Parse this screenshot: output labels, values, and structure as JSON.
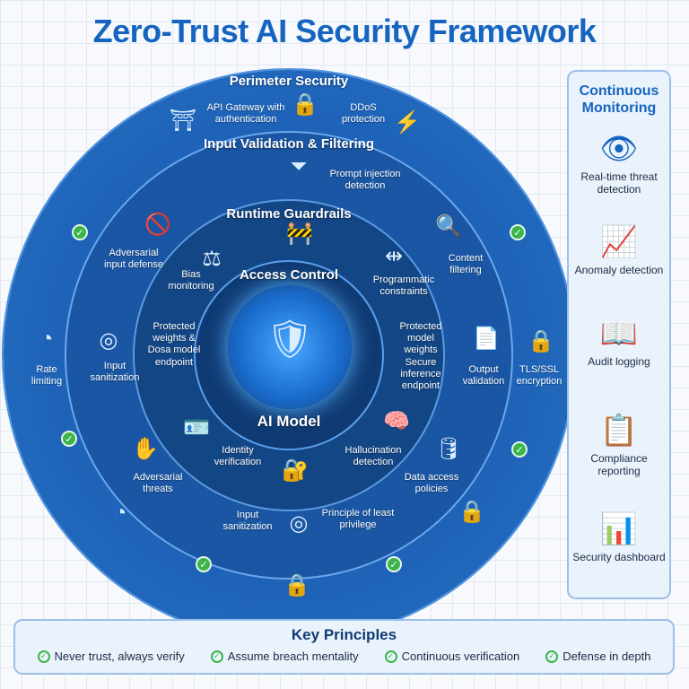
{
  "title": "Zero-Trust AI Security Framework",
  "rings": {
    "perimeter": {
      "title": "Perimeter Security",
      "items": [
        "API Gateway with authentication",
        "DDoS protection",
        "TLS/SSL encryption",
        "Rate limiting"
      ]
    },
    "input": {
      "title": "Input Validation & Filtering",
      "items": [
        "Prompt injection detection",
        "Content filtering",
        "Output validation",
        "Data access policies",
        "Input sanitization",
        "Adversarial threats",
        "Input sanitization",
        "Adversarial input defense"
      ]
    },
    "runtime": {
      "title": "Runtime Guardrails",
      "items": [
        "Bias monitoring",
        "Programmatic constraints",
        "Protected model weights Secure inference endpoint",
        "Hallucination detection",
        "Principle of least privilege",
        "Identity verification",
        "Protected weights & Dosa model endpoint"
      ]
    },
    "access": {
      "title": "Access Control"
    },
    "core": {
      "title": "AI Model"
    }
  },
  "monitoring": {
    "title": "Continuous Monitoring",
    "items": [
      "Real-time threat detection",
      "Anomaly detection",
      "Audit logging",
      "Compliance reporting",
      "Security dashboard"
    ]
  },
  "principles": {
    "title": "Key Principles",
    "items": [
      "Never trust, always verify",
      "Assume breach mentality",
      "Continuous verification",
      "Defense in depth"
    ]
  },
  "colors": {
    "accent": "#1565c0",
    "check": "#3cb54a"
  }
}
